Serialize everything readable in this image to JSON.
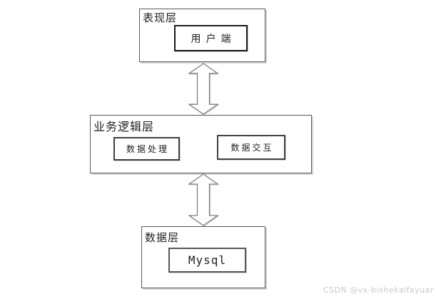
{
  "diagram": {
    "type": "layered-architecture",
    "layers": [
      {
        "id": "presentation",
        "label": "表现层",
        "children": [
          {
            "id": "client",
            "label": "用户端"
          }
        ]
      },
      {
        "id": "business",
        "label": "业务逻辑层",
        "children": [
          {
            "id": "data-processing",
            "label": "数据处理"
          },
          {
            "id": "data-interaction",
            "label": "数据交互"
          }
        ]
      },
      {
        "id": "data",
        "label": "数据层",
        "children": [
          {
            "id": "mysql",
            "label": "Mysql"
          }
        ]
      }
    ],
    "connectors": [
      {
        "type": "double-headed-arrow",
        "from": "表现层",
        "to": "业务逻辑层"
      },
      {
        "type": "double-headed-arrow",
        "from": "业务逻辑层",
        "to": "数据层"
      }
    ]
  },
  "watermark": {
    "text": "CSDN @vx-bishekaifayuar"
  },
  "colors": {
    "background": "#ffffff",
    "layer_border": "#595959",
    "node_border": "#404040",
    "shadow": "#d4d4d4",
    "arrow_fill": "#ffffff",
    "arrow_stroke": "#7f7f7f",
    "text": "#1f1f1f",
    "watermark_text": "#c9c9c9"
  }
}
